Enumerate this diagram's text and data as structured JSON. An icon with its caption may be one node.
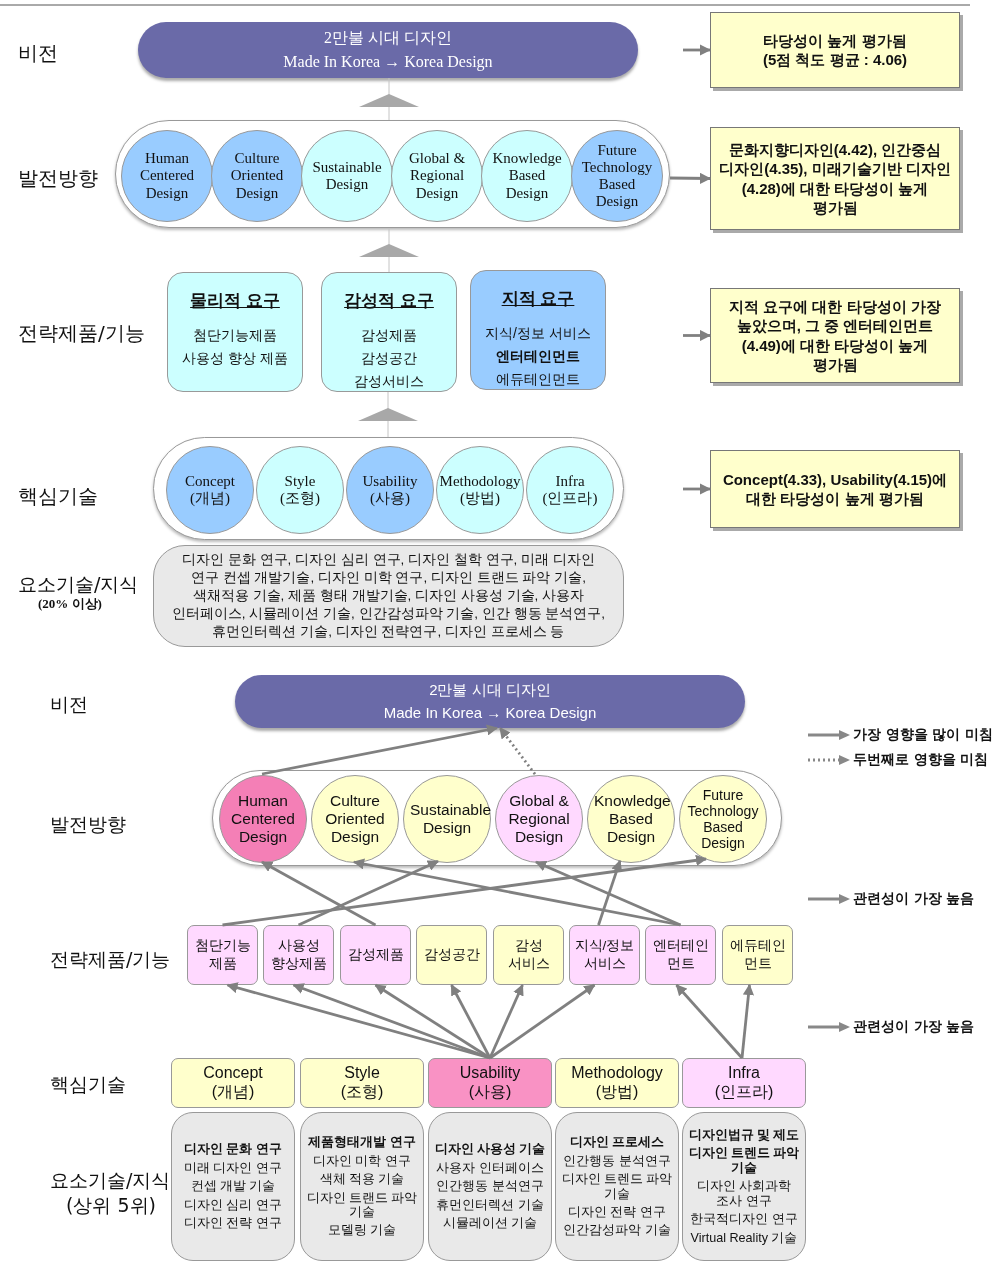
{
  "diagram": {
    "nodes": [
      {
        "text": [
          "2만불 시대 디자인",
          "Made In Korea → Korea Design"
        ]
      },
      {
        "text": [],
        "shape": "box"
      },
      {
        "text": [
          "Human Centered Design"
        ],
        "in": 1
      },
      {
        "text": [
          "Culture Oriented Design"
        ],
        "in": 1
      },
      {
        "text": [
          "Sustainable Design"
        ],
        "in": 1
      },
      {
        "text": [
          "Global & Regional Design"
        ],
        "in": 1
      },
      {
        "text": [
          "Knowledge Based Design"
        ],
        "in": 1
      },
      {
        "text": [
          "Future Technology Based Design"
        ],
        "in": 1
      },
      {
        "text": [
          "물리적 요구",
          "첨단기능제품",
          "사용성 향상 제품"
        ]
      },
      {
        "text": [
          "감성적 요구",
          "감성제품",
          "감성공간",
          "감성서비스"
        ]
      },
      {
        "text": [
          "지적 요구",
          "지식/정보 서비스",
          "**엔터테인먼트**",
          "에듀테인먼트"
        ]
      },
      {
        "text": [],
        "shape": "box"
      },
      {
        "text": [
          "Concept",
          "(개념)"
        ],
        "in": 11
      },
      {
        "text": [
          "Style",
          "(조형)"
        ],
        "in": 11
      },
      {
        "text": [
          "Usability",
          "(사용)"
        ],
        "in": 11
      },
      {
        "text": [
          "Methodology",
          "(방법)"
        ],
        "in": 11
      },
      {
        "text": [
          "Infra",
          "(인프라)"
        ],
        "in": 11
      },
      {
        "text": [
          "디자인 문화 연구, 디자인 심리 연구, 디자인 철학 연구, 미래 디자인 연구 컨셉 개발기술, 디자인 미학 연구, 디자인 트랜드 파악 기술, 색채적용 기술, 제품 형태 개발기술, 디자인 사용성 기술, 사용자 인터페이스, 시뮬레이션 기술, 인간감성파악 기술, 인간 행동 분석연구, 휴먼인터렉션 기술, 디자인 전략연구, 디자인 프로세스 등"
        ]
      },
      {
        "text": [
          "타당성이 높게 평가됨",
          "(5점 척도 평균 : 4.06)"
        ]
      },
      {
        "text": [
          "문화지향디자인(4.42), 인간중심 디자인(4.35), 미래기술기반 디자인(4.28)에 대한 타당성이 높게 평가됨"
        ]
      },
      {
        "text": [
          "지적 요구에 대한 타당성이 가장 높았으며, 그 중 엔터테인먼트 (4.49)에 대한 타당성이 높게 평가됨"
        ]
      },
      {
        "text": [
          "Concept(4.33), Usability(4.15)에 대한 타당성이 높게 평가됨"
        ]
      },
      {
        "text": [
          "2만불 시대 디자인",
          "Made In Korea → Korea Design"
        ]
      },
      {
        "text": [],
        "shape": "box"
      },
      {
        "text": [
          "Human Centered Design"
        ],
        "in": 23
      },
      {
        "text": [
          "Culture Oriented Design"
        ],
        "in": 23
      },
      {
        "text": [
          "Sustainable Design"
        ],
        "in": 23
      },
      {
        "text": [
          "Global & Regional Design"
        ],
        "in": 23
      },
      {
        "text": [
          "Knowledge Based Design"
        ],
        "in": 23
      },
      {
        "text": [
          "Future Technology Based Design"
        ],
        "in": 23
      },
      {
        "text": [
          "첨단기능 제품"
        ]
      },
      {
        "text": [
          "사용성 향상제품"
        ]
      },
      {
        "text": [
          "감성제품"
        ]
      },
      {
        "text": [
          "감성공간"
        ]
      },
      {
        "text": [
          "감성 서비스"
        ]
      },
      {
        "text": [
          "지식/정보 서비스"
        ]
      },
      {
        "text": [
          "엔터테인먼트"
        ]
      },
      {
        "text": [
          "에듀테인먼트"
        ]
      },
      {
        "text": [
          "Concept",
          "(개념)"
        ]
      },
      {
        "text": [
          "Style",
          "(조형)"
        ]
      },
      {
        "text": [
          "Usability",
          "(사용)"
        ]
      },
      {
        "text": [
          "Methodology",
          "(방법)"
        ]
      },
      {
        "text": [
          "Infra",
          "(인프라)"
        ]
      },
      {
        "text": [
          "**디자인 문화 연구**",
          "미래 디자인 연구",
          "컨셉 개발 기술",
          "디자인 심리 연구",
          "디자인 전략 연구"
        ]
      },
      {
        "text": [
          "**제품형태개발 연구**",
          "디자인 미학 연구",
          "색체 적용 기술",
          "디자인 트랜드 파악 기술",
          "모델링 기술"
        ]
      },
      {
        "text": [
          "**디자인 사용성 기술**",
          "사용자 인터페이스",
          "인간행동 분석연구",
          "휴먼인터렉션 기술",
          "시뮬레이션 기술"
        ]
      },
      {
        "text": [
          "**디자인 프로세스**",
          "인간행동 분석연구",
          "디자인 트렌드 파악 기술",
          "디자인 전략 연구",
          "인간감성파악 기술"
        ]
      },
      {
        "text": [
          "**디자인법규 및 제도**",
          "**디자인 트렌드 파악 기술**",
          "디자인 사회과학 조사 연구",
          "한국적디자인 연구",
          "Virtual Reality 기술"
        ]
      }
    ],
    "edges": [
      {
        "from": 1,
        "to": 0,
        "arrow": "to"
      },
      {
        "from": 9,
        "to": 1,
        "arrow": "to"
      },
      {
        "from": 11,
        "to": 9,
        "arrow": "to"
      },
      {
        "from": null,
        "to": 18,
        "arrow": "to"
      },
      {
        "from": 1,
        "to": 19,
        "arrow": "to"
      },
      {
        "from": null,
        "to": 20,
        "arrow": "to"
      },
      {
        "from": null,
        "to": 21,
        "arrow": "to"
      },
      {
        "from": 24,
        "to": 22,
        "arrow": "to"
      },
      {
        "from": 27,
        "to": 22,
        "arrow": "to",
        "style": "dashed"
      },
      {
        "from": 30,
        "to": 29,
        "arrow": "to"
      },
      {
        "from": 31,
        "to": 26,
        "arrow": "to"
      },
      {
        "from": 32,
        "to": 24,
        "arrow": "to"
      },
      {
        "from": 35,
        "to": 28,
        "arrow": "to"
      },
      {
        "from": 36,
        "to": 25,
        "arrow": "to"
      },
      {
        "from": 36,
        "to": 27,
        "arrow": "to"
      },
      {
        "from": 40,
        "to": 30,
        "arrow": "to"
      },
      {
        "from": 40,
        "to": 31,
        "arrow": "to"
      },
      {
        "from": 40,
        "to": 32,
        "arrow": "to"
      },
      {
        "from": 40,
        "to": 33,
        "arrow": "to"
      },
      {
        "from": 40,
        "to": 34,
        "arrow": "to"
      },
      {
        "from": 40,
        "to": 35,
        "arrow": "to"
      },
      {
        "from": 42,
        "to": 36,
        "arrow": "to"
      },
      {
        "from": 42,
        "to": 37,
        "arrow": "to"
      }
    ],
    "labels": [
      "비전",
      "발전방향",
      "전략제품/기능",
      "핵심기술",
      "요소기술/지식",
      "(20% 이상)",
      "비전",
      "발전방향",
      "전략제품/기능",
      "핵심기술",
      "요소기술/지식",
      "(상위 5위)"
    ],
    "legend": [
      {
        "text": "가장 영향을 많이 미침"
      },
      {
        "text": "두번째로 영향을 미침"
      },
      {
        "text": "관련성이 가장 높음"
      },
      {
        "text": "관련성이 가장 높음"
      }
    ]
  }
}
